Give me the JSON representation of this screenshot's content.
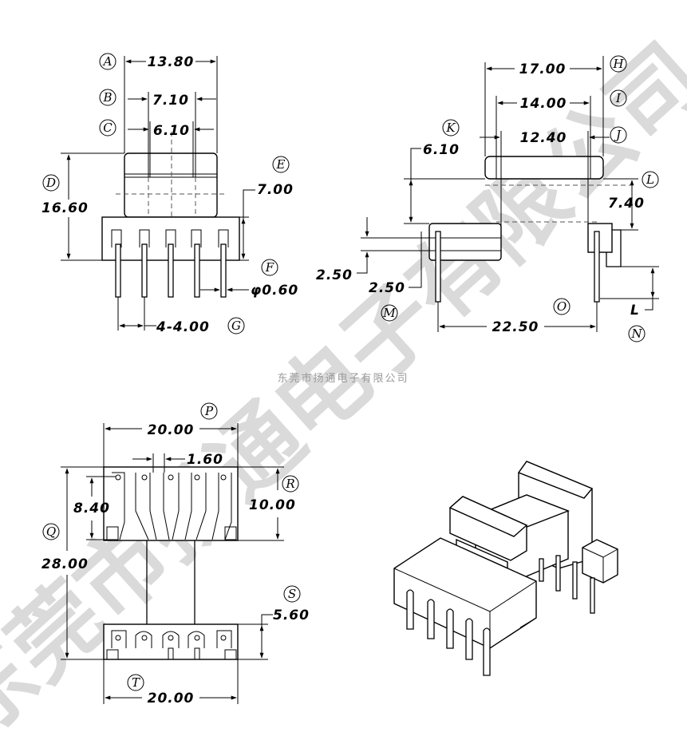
{
  "watermark": {
    "text": "东莞市扬通电子有限公司",
    "caption": "东莞市扬通电子有限公司"
  },
  "front_view": {
    "A": {
      "label": "A",
      "value": "13.80"
    },
    "B": {
      "label": "B",
      "value": "7.10"
    },
    "C": {
      "label": "C",
      "value": "6.10"
    },
    "D": {
      "label": "D",
      "value": "16.60"
    },
    "E": {
      "label": "E",
      "value": "7.00"
    },
    "F": {
      "label": "F",
      "value": "φ0.60"
    },
    "G": {
      "label": "G",
      "value": "4-4.00"
    }
  },
  "side_view": {
    "H": {
      "label": "H",
      "value": "17.00"
    },
    "I": {
      "label": "I",
      "value": "14.00"
    },
    "J": {
      "label": "J",
      "value": "12.40"
    },
    "K": {
      "label": "K",
      "value": "6.10"
    },
    "L": {
      "label": "L",
      "value": "7.40"
    },
    "M": {
      "label": "M",
      "value1": "2.50",
      "value2": "2.50"
    },
    "N": {
      "label": "N",
      "value": "L"
    },
    "O": {
      "label": "O",
      "value": "22.50"
    }
  },
  "top_view": {
    "P": {
      "label": "P",
      "value": "20.00"
    },
    "pin_gap": {
      "value": "1.60"
    },
    "Q": {
      "label": "Q",
      "value": "28.00"
    },
    "R": {
      "label": "R",
      "value": "10.00"
    },
    "R_inner": {
      "value": "8.40"
    },
    "S": {
      "label": "S",
      "value": "5.60"
    },
    "T": {
      "label": "T",
      "value": "20.00"
    }
  }
}
